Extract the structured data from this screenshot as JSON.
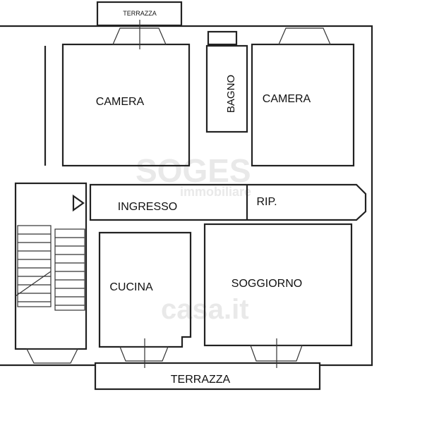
{
  "rooms": {
    "terrace_top": "TERRAZZA",
    "bedroom_left": "CAMERA",
    "bathroom": "BAGNO",
    "bedroom_right": "CAMERA",
    "entrance": "INGRESSO",
    "storage": "RIP.",
    "kitchen": "CUCINA",
    "living_room": "SOGGIORNO",
    "terrace_bottom": "TERRAZZA"
  },
  "watermarks": {
    "agency": "SOGES",
    "agency_sub": "immobiliare",
    "portal": "casa.it"
  }
}
